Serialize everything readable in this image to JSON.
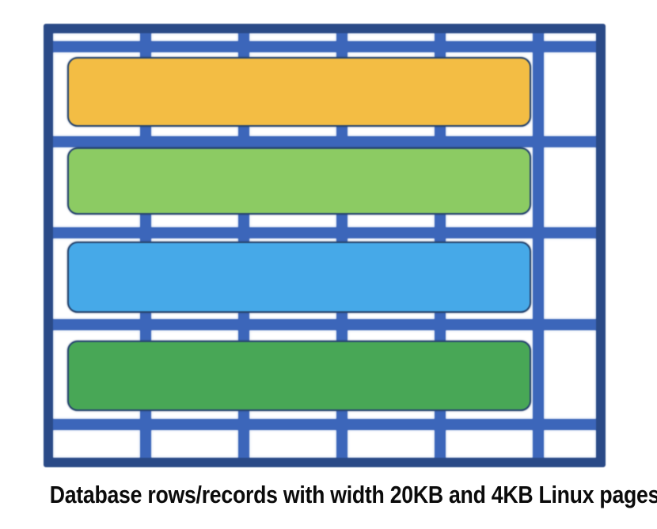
{
  "caption": "Database rows/records with width 20KB and 4KB Linux pages",
  "grid": {
    "columns": 6,
    "rows": 6,
    "line_color": "#3c66ba",
    "border_color": "#2a4a87",
    "cell_color": "#ffffff"
  },
  "bar_outline": "#27456f",
  "bars": [
    {
      "name": "db-row-1",
      "color": "#f3bd44"
    },
    {
      "name": "db-row-2",
      "color": "#8ccb63"
    },
    {
      "name": "db-row-3",
      "color": "#46a9e8"
    },
    {
      "name": "db-row-4",
      "color": "#48a756"
    }
  ]
}
